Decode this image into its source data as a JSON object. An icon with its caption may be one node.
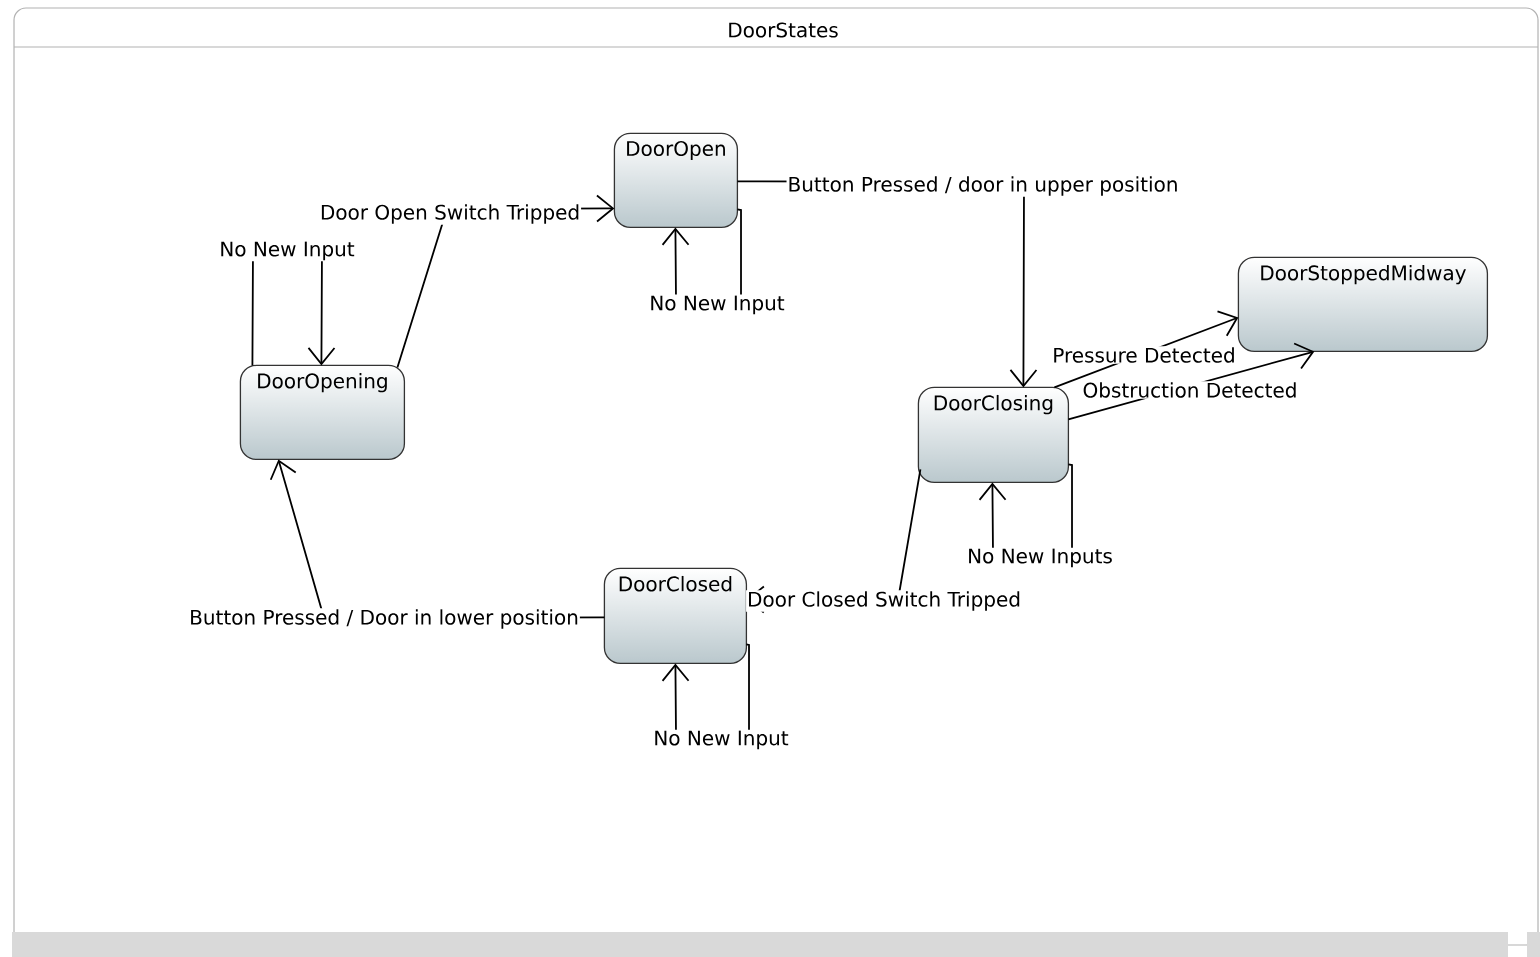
{
  "diagram": {
    "nodes": [
      {
        "text": [
          "DoorStates"
        ]
      },
      {
        "text": [
          "DoorOpen"
        ],
        "in": 0
      },
      {
        "text": [
          "DoorOpening"
        ],
        "in": 0
      },
      {
        "text": [
          "DoorClosing"
        ],
        "in": 0
      },
      {
        "text": [
          "DoorStoppedMidway"
        ],
        "in": 0
      },
      {
        "text": [
          "DoorClosed"
        ],
        "in": 0
      }
    ],
    "edges": [
      {
        "from": 2,
        "to": 1,
        "arrow": "to",
        "label": "Door Open Switch Tripped"
      },
      {
        "from": 2,
        "to": 2,
        "arrow": "to",
        "label": "No New Input"
      },
      {
        "from": 1,
        "to": 1,
        "arrow": "to",
        "label": "No New Input"
      },
      {
        "from": 1,
        "to": 3,
        "arrow": "to",
        "label": "Button Pressed / door in upper position"
      },
      {
        "from": 3,
        "to": 4,
        "arrow": "to",
        "label": "Pressure Detected"
      },
      {
        "from": 3,
        "to": 4,
        "arrow": "to",
        "label": "Obstruction Detected"
      },
      {
        "from": 3,
        "to": 3,
        "arrow": "to",
        "label": "No New Inputs"
      },
      {
        "from": 3,
        "to": 5,
        "arrow": "to",
        "label": "Door Closed Switch Tripped"
      },
      {
        "from": 5,
        "to": 5,
        "arrow": "to",
        "label": "No New Input"
      },
      {
        "from": 5,
        "to": 2,
        "arrow": "to",
        "label": "Button Pressed / Door in lower position"
      }
    ]
  }
}
